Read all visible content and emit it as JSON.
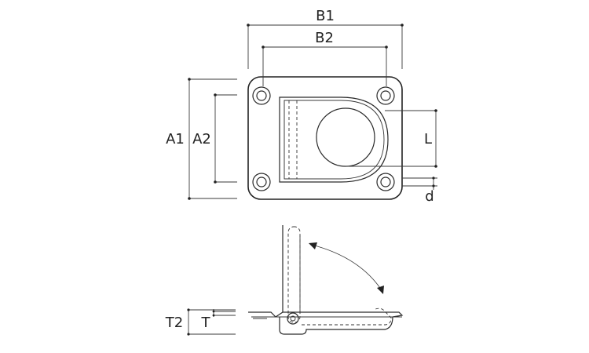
{
  "labels": {
    "B1": "B1",
    "B2": "B2",
    "A1": "A1",
    "A2": "A2",
    "L": "L",
    "d": "d",
    "T2": "T2",
    "T": "T"
  },
  "colors": {
    "line": "#222222",
    "background": "#ffffff"
  }
}
